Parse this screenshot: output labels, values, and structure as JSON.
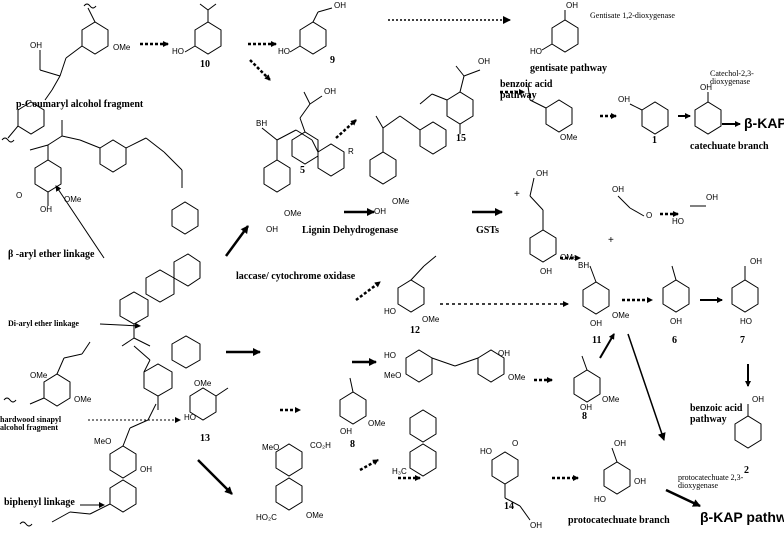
{
  "compound_labels": {
    "c10": "10",
    "c9": "9",
    "c5": "5",
    "c15": "15",
    "c1": "1",
    "c12": "12",
    "c11": "11",
    "c6": "6",
    "c7": "7",
    "c13": "13",
    "c8a": "8",
    "c8b": "8",
    "c14": "14",
    "c2": "2"
  },
  "fragments": {
    "coumaryl": "p-Coumaryl alcohol fragment",
    "aryl_ether": "β -aryl ether linkage",
    "diaryl_ether": "Di-aryl ether linkage",
    "sinapyl": "hardwood sinapyl alcohol fragment",
    "biphenyl": "biphenyl linkage"
  },
  "enzymes": {
    "gentisate_dioxygenase": "Gentisate 1,2-dioxygenase",
    "catechol_dioxygenase": "Catechol-2,3-dioxygenase",
    "laccase": "laccase/ cytochrome oxidase",
    "lignin_dh": "Lignin Dehydrogenase",
    "gsts": "GSTs",
    "protocatechuate_dioxygenase": "protocatechuate 2,3-dioxygenase"
  },
  "pathways": {
    "gentisate": "gentisate pathway",
    "benzoic_top": "benzoic acid pathway",
    "catechuate": "catechuate branch",
    "bkap_top": "β-KAP",
    "benzoic_right": "benzoic acid pathway",
    "protocatechuate": "protocatechuate branch",
    "bkap_bottom": "β-KAP pathway"
  },
  "atoms": {
    "oh": "OH",
    "ho": "HO",
    "ome": "OMe",
    "meo": "MeO",
    "o": "O",
    "r": "R",
    "plus": "+",
    "co2h": "CO₂H",
    "ho2c": "HO₂C",
    "h3c": "H₃C",
    "bh": "BH"
  }
}
